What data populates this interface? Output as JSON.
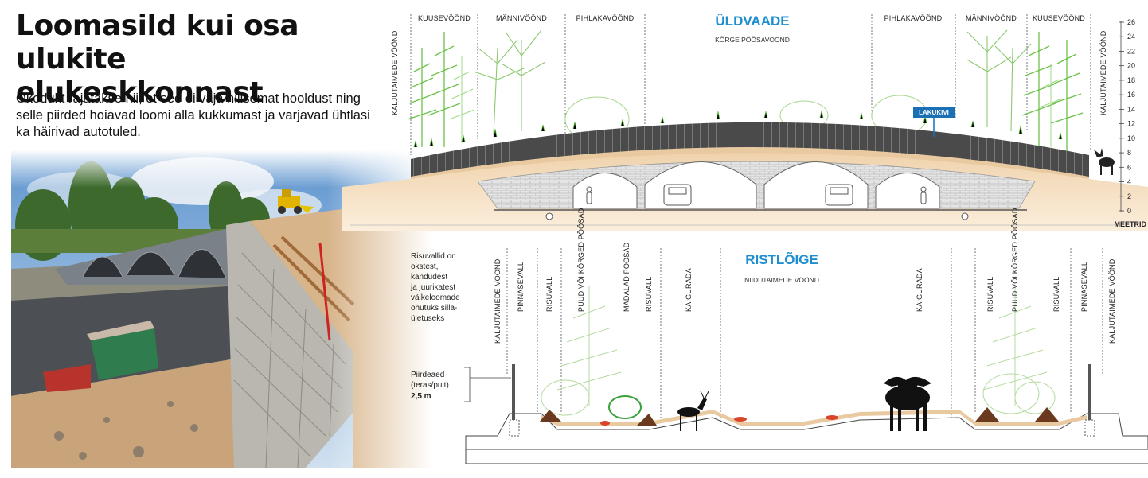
{
  "headline": {
    "line1": "Loomasild kui osa",
    "line2": "ulukite elukeskkonnast"
  },
  "lede": "Ökodukt rajatakse nii, et see ei vaja hilisemat hooldust ning selle piirded hoiavad loomi alla kukkumast ja varjavad ühtlasi ka häirivad autotuled.",
  "overview": {
    "title": "ÜLDVAADE",
    "subtitle": "KÕRGE PÕÕSAVÖÖND",
    "zones_top": [
      "KUUSEVÖÖND",
      "MÄNNIVÖÖND",
      "PIHLAKAVÖÖND",
      "PIHLAKAVÖÖND",
      "MÄNNIVÖÖND",
      "KUUSEVÖÖND"
    ],
    "side_left": "KALJUTAIMEDE VÖÖND",
    "side_right": "KALJUTAIMEDE VÖÖND",
    "marker": "LAKUKIVI",
    "axis_ticks": [
      "26",
      "24",
      "22",
      "20",
      "18",
      "16",
      "14",
      "12",
      "10",
      "8",
      "6",
      "4",
      "2",
      "0"
    ],
    "axis_unit": "MEETRID"
  },
  "cross_section": {
    "title": "RISTLÕIGE",
    "subtitle": "NIIDUTAIMEDE VÖÖND",
    "zones_vertical": [
      "KALJUTAIMEDE VÖÖND",
      "PINNASEVALL",
      "RISUVALL",
      "PUUD VÕI KÕRGED PÕÕSAD",
      "MADALAD PÕÕSAD",
      "RISUVALL",
      "KÄIGURADA",
      "KÄIGURADA",
      "RISUVALL",
      "PUUD VÕI KÕRGED PÕÕSAD",
      "RISUVALL",
      "PINNASEVALL",
      "KALJUTAIMEDE VÖÖND"
    ],
    "note_lines": [
      "Risuvallid on",
      "okstest,",
      "kändudest",
      "ja juurikatest",
      "väikeloomade",
      "ohutuks silla-",
      "ületuseks"
    ],
    "fence_lines": [
      "Piirdeaed",
      "(teras/puit)"
    ],
    "fence_height": "2,5 m"
  },
  "colors": {
    "accent": "#1d8fd1",
    "tree_green": "#6cc24a",
    "tree_light": "#b5dba0",
    "soil": "#e9c9a0",
    "concrete": "#d9d9d9",
    "fence_dark": "#3a3a3a",
    "tag_bg": "#1a6fb5"
  },
  "icons": [
    "moose-silhouette-icon",
    "deer-silhouette-icon",
    "person-silhouette-icon",
    "car-icon",
    "excavator-icon",
    "container-icon"
  ]
}
